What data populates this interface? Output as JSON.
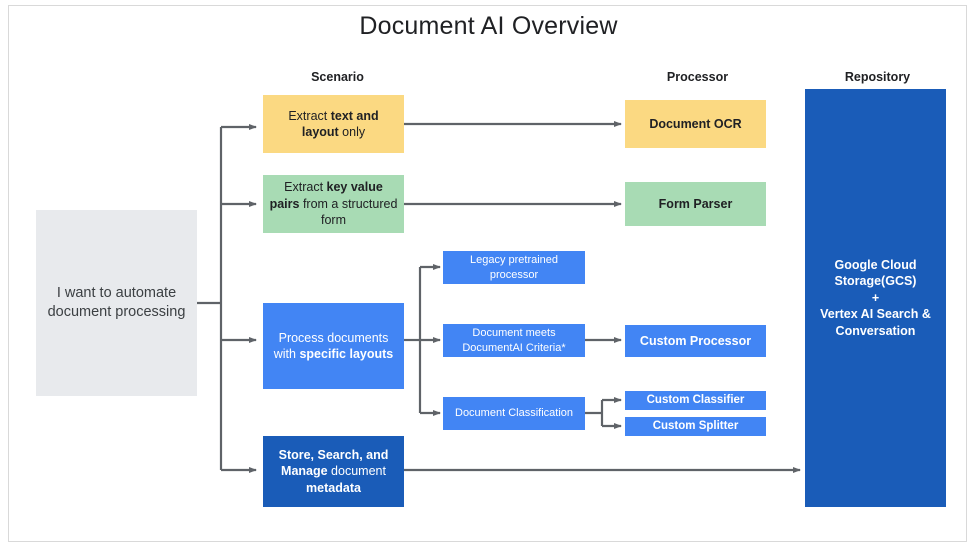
{
  "title": "Document AI Overview",
  "columns": [
    {
      "label": "Scenario"
    },
    {
      "label": "Processor"
    },
    {
      "label": "Repository"
    }
  ],
  "colors": {
    "gray": "#e8eaed",
    "yellow": "#fbd982",
    "green": "#a8dbb4",
    "blue": "#4285f4",
    "dark_blue": "#1a5cb8",
    "connector": "#5f6368",
    "title_text": "#202124"
  },
  "start_node": {
    "text": "I want to automate document processing"
  },
  "scenarios": [
    {
      "id": "extract-text-layout",
      "parts": [
        {
          "text": "Extract ",
          "bold": false
        },
        {
          "text": "text and layout",
          "bold": true
        },
        {
          "text": " only",
          "bold": false
        }
      ],
      "plain": "Extract text and layout only"
    },
    {
      "id": "extract-key-value",
      "parts": [
        {
          "text": "Extract ",
          "bold": false
        },
        {
          "text": "key value pairs",
          "bold": true
        },
        {
          "text": " from a structured form",
          "bold": false
        }
      ],
      "plain": "Extract key value pairs from a structured form"
    },
    {
      "id": "process-specific-layouts",
      "parts": [
        {
          "text": "Process documents with ",
          "bold": false
        },
        {
          "text": "specific layouts",
          "bold": true
        }
      ],
      "plain": "Process documents with specific layouts"
    },
    {
      "id": "store-search-manage",
      "parts": [
        {
          "text": "Store, Search, and Manage",
          "bold": true
        },
        {
          "text": " document ",
          "bold": false
        },
        {
          "text": "metadata",
          "bold": true
        }
      ],
      "plain": "Store, Search, and Manage document metadata"
    }
  ],
  "middle_nodes": [
    {
      "id": "legacy-pretrained-processor",
      "text": "Legacy pretrained processor"
    },
    {
      "id": "document-meets-criteria",
      "text": "Document meets DocumentAI Criteria*"
    },
    {
      "id": "document-classification",
      "text": "Document Classification"
    }
  ],
  "processors": [
    {
      "id": "document-ocr",
      "text": "Document OCR"
    },
    {
      "id": "form-parser",
      "text": "Form Parser"
    },
    {
      "id": "custom-processor",
      "text": "Custom Processor"
    },
    {
      "id": "custom-classifier",
      "text": "Custom Classifier"
    },
    {
      "id": "custom-splitter",
      "text": "Custom Splitter"
    }
  ],
  "repository": {
    "lines": [
      "Google Cloud",
      "Storage(GCS)",
      "+",
      "Vertex AI Search &",
      "Conversation"
    ],
    "plain": "Google Cloud Storage(GCS) + Vertex AI Search & Conversation"
  }
}
